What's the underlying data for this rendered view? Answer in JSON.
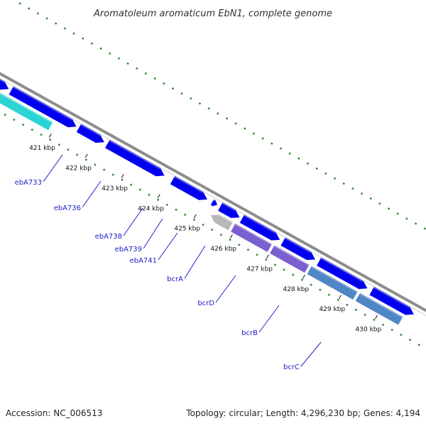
{
  "title": "Aromatoleum aromaticum EbN1, complete genome",
  "footer": {
    "accession": "Accession: NC_006513",
    "summary": "Topology: circular; Length: 4,296,230 bp; Genes: 4,194"
  },
  "ticks": [
    {
      "label": "421 kbp"
    },
    {
      "label": "422 kbp"
    },
    {
      "label": "423 kbp"
    },
    {
      "label": "424 kbp"
    },
    {
      "label": "425 kbp"
    },
    {
      "label": "426 kbp"
    },
    {
      "label": "427 kbp"
    },
    {
      "label": "428 kbp"
    },
    {
      "label": "429 kbp"
    },
    {
      "label": "430 kbp"
    }
  ],
  "gene_labels": [
    {
      "name": "ebA733"
    },
    {
      "name": "ebA736"
    },
    {
      "name": "ebA738"
    },
    {
      "name": "ebA739"
    },
    {
      "name": "ebA741"
    },
    {
      "name": "bcrA"
    },
    {
      "name": "bcrD"
    },
    {
      "name": "bcrB"
    },
    {
      "name": "bcrC"
    }
  ],
  "colors": {
    "backbone": "#8c8c8c",
    "forward_gene": "#0000ee",
    "cyan_gene": "#2ad4d4",
    "bcr_gene": "#7a5fd0",
    "bcr_gene_steel": "#4f86c6",
    "grey_gene": "#b8b8b8",
    "red_gene": "#ee1111",
    "magenta_gene": "#ee22aa",
    "dots": "#228822",
    "label_text": "#2020c8"
  }
}
